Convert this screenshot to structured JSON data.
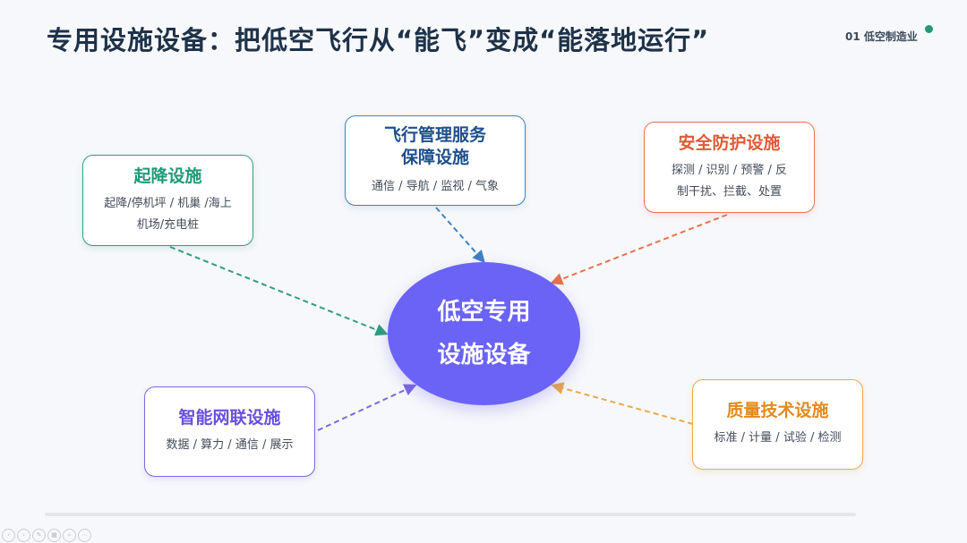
{
  "header": {
    "title": "专用设施设备：把低空飞行从“能飞”变成“能落地运行”",
    "section_tag": "01 低空制造业",
    "accent_color": "#1f9a78"
  },
  "hub": {
    "line1": "低空专用",
    "line2": "设施设备",
    "color": "#6a63f6"
  },
  "nodes": {
    "launch": {
      "title": "起降设施",
      "desc_line1": "起降/停机坪 / 机巢 /海上",
      "desc_line2": "机场/充电桩",
      "color": "#2f9d7e"
    },
    "flight": {
      "title_line1": "飞行管理服务",
      "title_line2": "保障设施",
      "desc": "通信 / 导航 / 监视 / 气象",
      "color": "#3b82c4"
    },
    "security": {
      "title": "安全防护设施",
      "desc_line1": "探测 / 识别 / 预警 / 反",
      "desc_line2": "制干扰、拦截、处置",
      "color": "#e5734e"
    },
    "smart": {
      "title": "智能网联设施",
      "desc": "数据 / 算力 / 通信 / 展示",
      "color": "#7b68e0"
    },
    "quality": {
      "title": "质量技术设施",
      "desc": "标准 / 计量 / 试验 / 检测",
      "color": "#e9a94c"
    }
  },
  "toolbar": {
    "icons": [
      "prev-icon",
      "next-icon",
      "pen-icon",
      "grid-icon",
      "zoom-icon",
      "more-icon"
    ]
  }
}
